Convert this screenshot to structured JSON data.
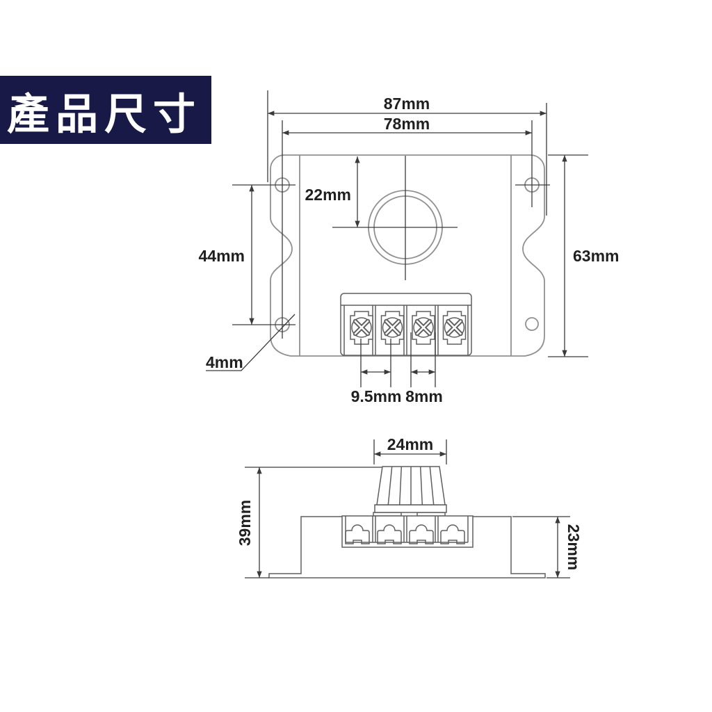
{
  "title_block": {
    "text": "產品尺寸"
  },
  "top_view": {
    "dims": {
      "overall_width": "87mm",
      "mount_hole_span_width": "78mm",
      "knob_center_offset": "22mm",
      "mount_hole_span_height": "44mm",
      "overall_height": "63mm",
      "mount_hole_diameter": "4mm",
      "terminal_pitch_left": "9.5mm",
      "terminal_pitch_right": "8mm"
    }
  },
  "side_view": {
    "dims": {
      "knob_width": "24mm",
      "overall_height_with_knob": "39mm",
      "body_height": "23mm"
    }
  },
  "colors": {
    "title_bg": "#191947",
    "title_fg": "#ffffff",
    "outline": "#909090",
    "detail": "#5f5f5f",
    "dimension": "#3a3a3a",
    "label": "#1f1f1f"
  }
}
